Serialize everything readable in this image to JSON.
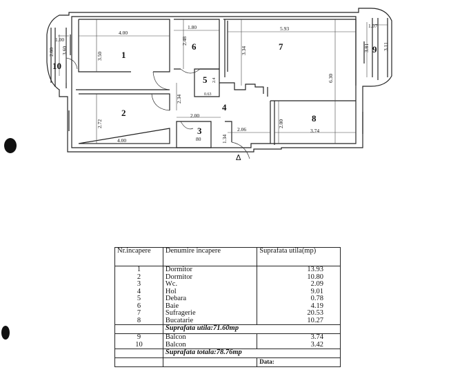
{
  "floor_plan": {
    "rooms": [
      {
        "id": "1",
        "name": "Dormitor"
      },
      {
        "id": "2",
        "name": "Dormitor"
      },
      {
        "id": "3",
        "name": "Wc."
      },
      {
        "id": "4",
        "name": "Hol"
      },
      {
        "id": "5",
        "name": "Debara"
      },
      {
        "id": "6",
        "name": "Baie"
      },
      {
        "id": "7",
        "name": "Sufragerie"
      },
      {
        "id": "8",
        "name": "Bucatarie"
      },
      {
        "id": "9",
        "name": "Balcon"
      },
      {
        "id": "10",
        "name": "Balcon"
      }
    ],
    "dimensions": [
      "4.00",
      "1.00",
      "2.80",
      "3.60",
      "3.50",
      "2.72",
      "4.00",
      "1.80",
      "2.48",
      "3.34",
      "5.93",
      "1.07",
      "3.81",
      "3.11",
      "6.30",
      "0.63",
      "2.34",
      "2.00",
      "80",
      "1.34",
      "2.06",
      "2.00",
      "3.74",
      "2.4"
    ],
    "entrance_symbol": "Δ"
  },
  "table": {
    "headers": {
      "nr": "Nr.incapere",
      "name": "Denumire incapere",
      "area": "Suprafata utila(mp)"
    },
    "rows": [
      {
        "nr": "1",
        "name": "Dormitor",
        "area": "13.93"
      },
      {
        "nr": "2",
        "name": "Dormitor",
        "area": "10.80"
      },
      {
        "nr": "3",
        "name": "Wc.",
        "area": "2.09"
      },
      {
        "nr": "4",
        "name": "Hol",
        "area": "9.01"
      },
      {
        "nr": "5",
        "name": "Debara",
        "area": "0.78"
      },
      {
        "nr": "6",
        "name": "Baie",
        "area": "4.19"
      },
      {
        "nr": "7",
        "name": "Sufragerie",
        "area": "20.53"
      },
      {
        "nr": "8",
        "name": "Bucatarie",
        "area": "10.27"
      }
    ],
    "subtotal": "Suprafata utila:71.60mp",
    "balcony_rows": [
      {
        "nr": "9",
        "name": "Balcon",
        "area": "3.74"
      },
      {
        "nr": "10",
        "name": "Balcon",
        "area": "3.42"
      }
    ],
    "total": "Suprafata totala:78.76mp",
    "date_label": "Data:"
  }
}
